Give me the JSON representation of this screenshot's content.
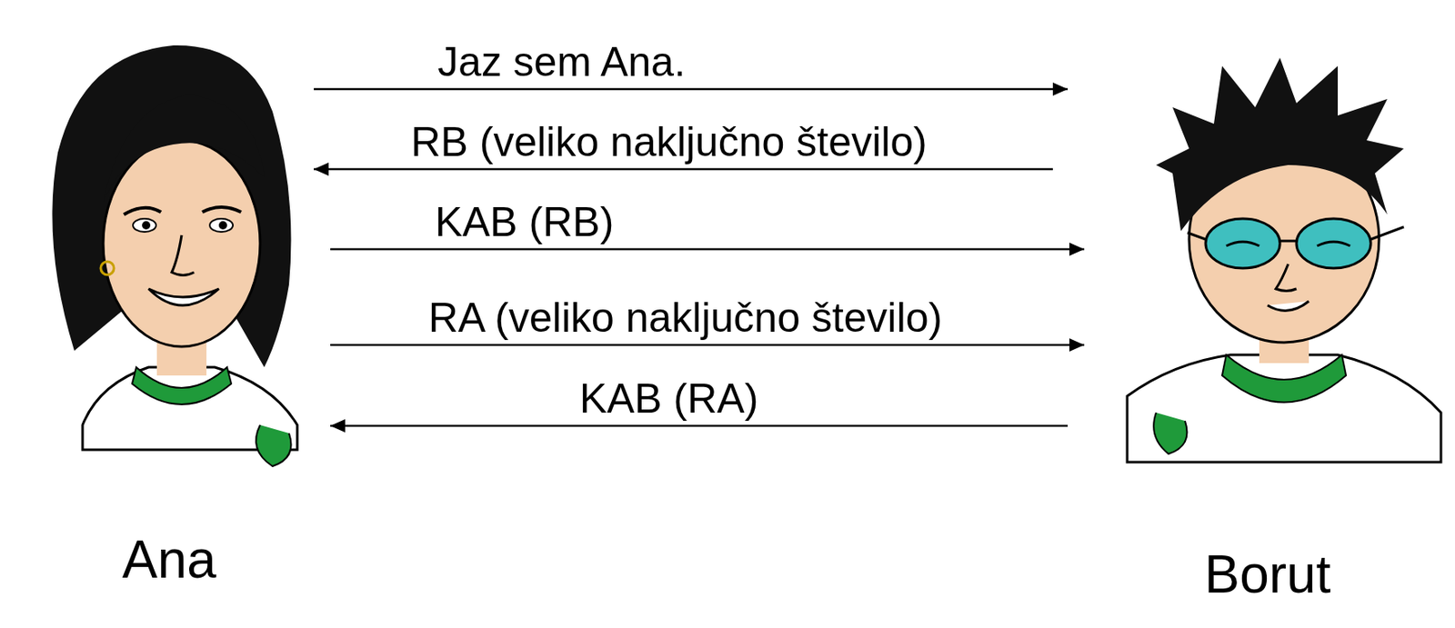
{
  "diagram": {
    "nodes": [
      {
        "text": [
          "Ana"
        ]
      },
      {
        "text": [
          "Borut"
        ]
      }
    ],
    "edges": [
      {
        "from": 0,
        "to": 1,
        "label": "Jaz sem Ana.",
        "arrow": "to"
      },
      {
        "from": 1,
        "to": 0,
        "label": "RB (veliko naključno število)",
        "arrow": "to"
      },
      {
        "from": 0,
        "to": 1,
        "label": "KAB (RB)",
        "arrow": "to"
      },
      {
        "from": 0,
        "to": 1,
        "label": "RA (veliko naključno število)",
        "arrow": "to"
      },
      {
        "from": 1,
        "to": 0,
        "label": "KAB (RA)",
        "arrow": "to"
      }
    ]
  }
}
